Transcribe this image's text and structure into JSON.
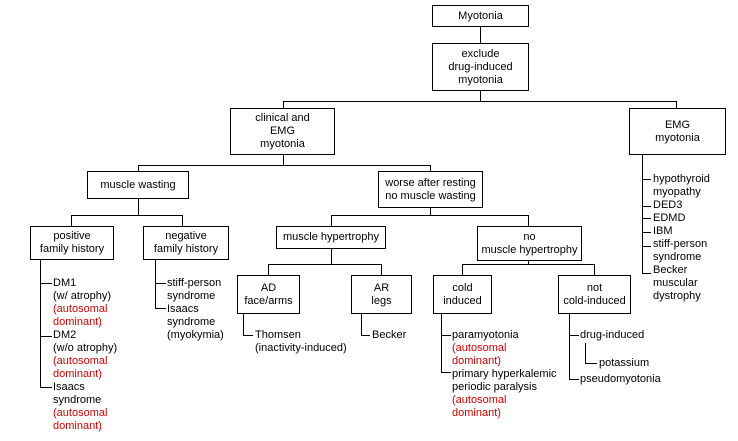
{
  "nodes": {
    "myotonia": [
      "Myotonia"
    ],
    "exclude": [
      "exclude",
      "drug-induced",
      "myotonia"
    ],
    "clinical": [
      "clinical and",
      "EMG",
      "myotonia"
    ],
    "emg": [
      "EMG",
      "myotonia"
    ],
    "wasting": [
      "muscle wasting"
    ],
    "resting": [
      "worse after resting",
      "no muscle wasting"
    ],
    "positive": [
      "positive",
      "family history"
    ],
    "negative": [
      "negative",
      "family history"
    ],
    "hypertrophy": [
      "muscle hypertrophy"
    ],
    "no_hypertrophy": [
      "no",
      "muscle hypertrophy"
    ],
    "ad": [
      "AD",
      "face/arms"
    ],
    "ar": [
      "AR",
      "legs"
    ],
    "cold": [
      "cold",
      "induced"
    ],
    "not_cold": [
      "not",
      "cold-induced"
    ]
  },
  "leaves": {
    "positive": [
      {
        "text": "DM1",
        "red": false
      },
      {
        "text": "(w/ atrophy)",
        "red": false
      },
      {
        "text": "(autosomal",
        "red": true
      },
      {
        "text": "dominant)",
        "red": true
      },
      {
        "text": "DM2",
        "red": false
      },
      {
        "text": "(w/o atrophy)",
        "red": false
      },
      {
        "text": "(autosomal",
        "red": true
      },
      {
        "text": "dominant)",
        "red": true
      },
      {
        "text": "Isaacs",
        "red": false
      },
      {
        "text": "syndrome",
        "red": false
      },
      {
        "text": "(autosomal",
        "red": true
      },
      {
        "text": "dominant)",
        "red": true
      }
    ],
    "negative": [
      {
        "text": "stiff-person",
        "red": false
      },
      {
        "text": "syndrome",
        "red": false
      },
      {
        "text": "Isaacs",
        "red": false
      },
      {
        "text": "syndrome",
        "red": false
      },
      {
        "text": "(myokymia)",
        "red": false
      }
    ],
    "ad": [
      {
        "text": "Thomsen",
        "red": false
      },
      {
        "text": "(inactivity-induced)",
        "red": false
      }
    ],
    "ar": [
      {
        "text": "Becker",
        "red": false
      }
    ],
    "cold": [
      {
        "text": "paramyotonia",
        "red": false
      },
      {
        "text": "(autosomal",
        "red": true
      },
      {
        "text": "dominant)",
        "red": true
      },
      {
        "text": "primary hyperkalemic",
        "red": false
      },
      {
        "text": "periodic paralysis",
        "red": false
      },
      {
        "text": "(autosomal",
        "red": true
      },
      {
        "text": "dominant)",
        "red": true
      }
    ],
    "not_cold_a": [
      {
        "text": "drug-induced",
        "red": false
      }
    ],
    "not_cold_b": [
      {
        "text": "potassium",
        "red": false
      }
    ],
    "not_cold_c": [
      {
        "text": "pseudomyotonia",
        "red": false
      }
    ],
    "emg": [
      {
        "text": "hypothyroid",
        "red": false
      },
      {
        "text": "myopathy",
        "red": false
      },
      {
        "text": "DED3",
        "red": false
      },
      {
        "text": "EDMD",
        "red": false
      },
      {
        "text": "IBM",
        "red": false
      },
      {
        "text": "stiff-person",
        "red": false
      },
      {
        "text": "syndrome",
        "red": false
      },
      {
        "text": "Becker",
        "red": false
      },
      {
        "text": "muscular",
        "red": false
      },
      {
        "text": "dystrophy",
        "red": false
      }
    ]
  }
}
